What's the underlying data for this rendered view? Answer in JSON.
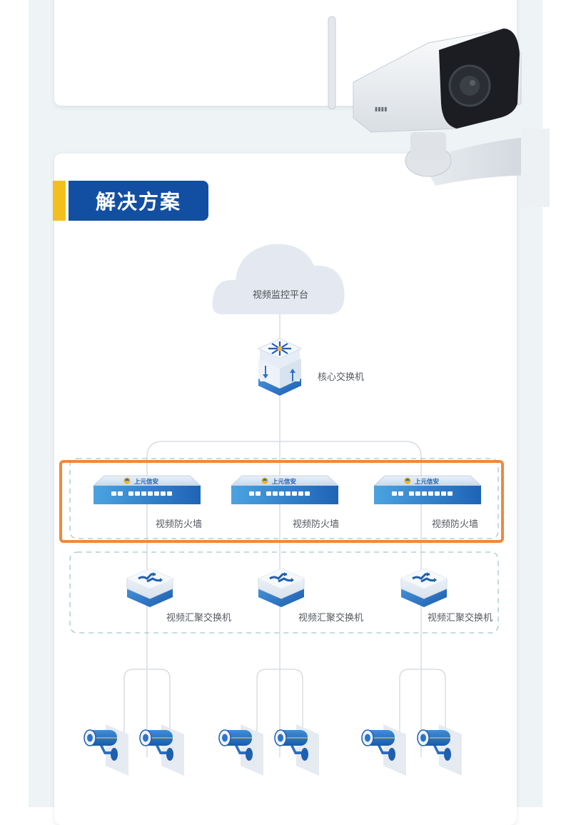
{
  "section": {
    "title": "解决方案",
    "accent_color": "#f5bf1b",
    "title_bg_color": "#124fa3"
  },
  "diagram": {
    "platform": {
      "label": "视频监控平台",
      "icon": "cloud-icon"
    },
    "core_switch": {
      "label": "核心交换机",
      "icon": "core-switch-icon"
    },
    "firewalls": [
      {
        "label": "视频防火墙",
        "brand": "上元信安",
        "icon": "firewall-appliance-icon"
      },
      {
        "label": "视频防火墙",
        "brand": "上元信安",
        "icon": "firewall-appliance-icon"
      },
      {
        "label": "视频防火墙",
        "brand": "上元信安",
        "icon": "firewall-appliance-icon"
      }
    ],
    "aggregation_switches": [
      {
        "label": "视频汇聚交换机",
        "icon": "aggregation-switch-icon"
      },
      {
        "label": "视频汇聚交换机",
        "icon": "aggregation-switch-icon"
      },
      {
        "label": "视频汇聚交换机",
        "icon": "aggregation-switch-icon"
      }
    ],
    "camera_groups": [
      {
        "cameras": 2,
        "icon": "cctv-camera-icon"
      },
      {
        "cameras": 2,
        "icon": "cctv-camera-icon"
      },
      {
        "cameras": 2,
        "icon": "cctv-camera-icon"
      }
    ],
    "highlight_color": "#f0883a",
    "dashed_border_color": "#9fc9cc",
    "line_color": "#d8dde2"
  },
  "hero_image": {
    "icon": "security-camera-photo"
  }
}
